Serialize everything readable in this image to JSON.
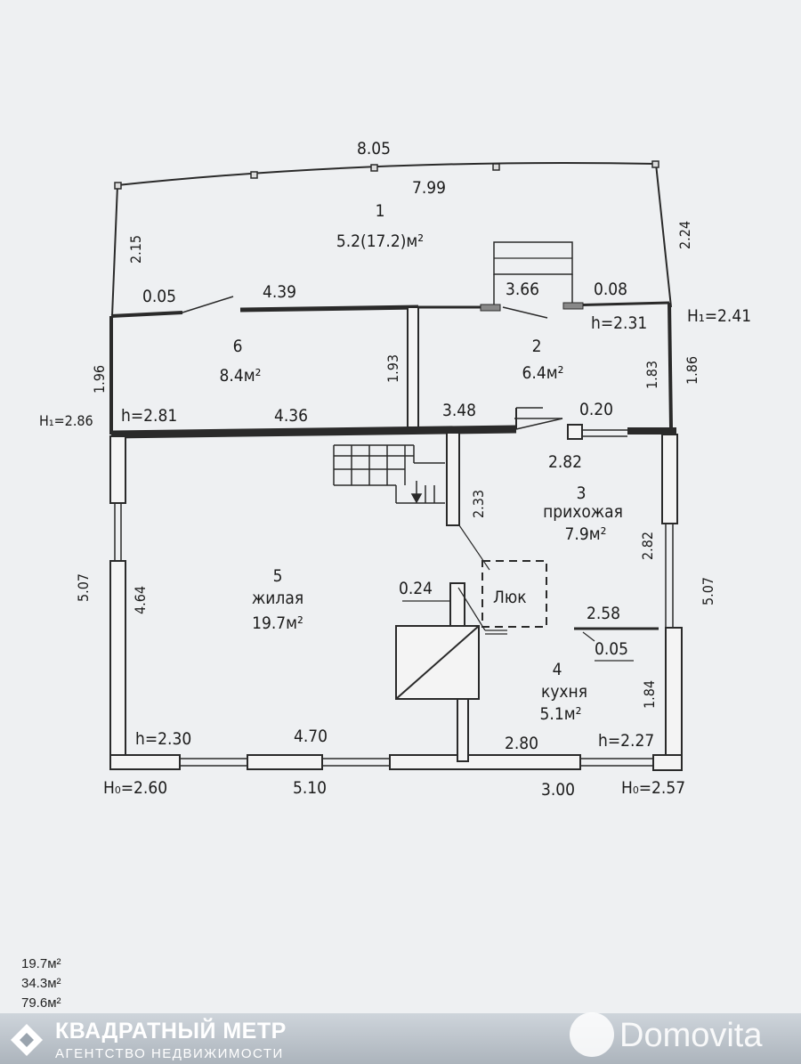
{
  "plan": {
    "top_outer_dim": "8.05",
    "top_inner_dim": "7.99",
    "left_porch_dim": "2.15",
    "right_porch_dim": "2.24",
    "wall_gap_left": "0.05",
    "wall_gap_right": "0.08",
    "wall_6_top": "4.39",
    "wall_2_top": "3.66",
    "h_room2": "h=2.31",
    "H_right_top": "H₁=2.41",
    "H_left_top": "H₁=2.86",
    "h_room6": "h=2.81",
    "dim_6_bottom": "4.36",
    "dim_2_bottom": "3.48",
    "dim_0_20": "0.20",
    "dim_6_right": "1.93",
    "dim_6_left": "1.96",
    "dim_2_right": "1.83",
    "dim_outer_right_top": "1.86",
    "dim_hall_top": "2.82",
    "dim_stair_wall": "2.33",
    "dim_hall_right": "2.82",
    "dim_outer_right": "5.07",
    "dim_outer_left": "5.07",
    "dim_5_left": "4.64",
    "dim_chimney": "0.24",
    "hatch_label": "Люк",
    "dim_kitchen_top": "2.58",
    "dim_kitchen_gap": "0.05",
    "dim_kitchen_right": "1.84",
    "h_room5": "h=2.30",
    "dim_5_bottom_inner": "4.70",
    "dim_4_bottom_inner": "2.80",
    "h_room4": "h=2.27",
    "H_left_bottom": "H₀=2.60",
    "dim_5_bottom_outer": "5.10",
    "dim_4_bottom_outer": "3.00",
    "H_right_bottom": "H₀=2.57"
  },
  "rooms": [
    {
      "number": "1",
      "name": "",
      "area": "5.2(17.2)м²"
    },
    {
      "number": "2",
      "name": "",
      "area": "6.4м²"
    },
    {
      "number": "3",
      "name": "прихожая",
      "area": "7.9м²"
    },
    {
      "number": "4",
      "name": "кухня",
      "area": "5.1м²"
    },
    {
      "number": "5",
      "name": "жилая",
      "area": "19.7м²"
    },
    {
      "number": "6",
      "name": "",
      "area": "8.4м²"
    }
  ],
  "totals": [
    "19.7м²",
    "34.3м²",
    "79.6м²"
  ],
  "watermarks": {
    "agency_name": "КВАДРАТНЫЙ МЕТР",
    "agency_sub": "АГЕНТСТВО НЕДВИЖИМОСТИ",
    "portal": "Domovita"
  }
}
